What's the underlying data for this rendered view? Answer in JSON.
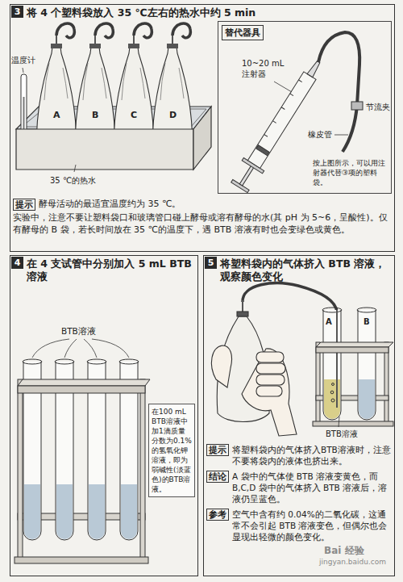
{
  "diagram": {
    "nodes": [
      {
        "text": [
          "将 4 个塑料袋放入 35 ℃左右的热水中约 5 min"
        ]
      },
      {
        "text": [
          "3"
        ],
        "in": 0
      },
      {
        "text": [
          "替代器具",
          "按上图所示，可以用注射器代替③项的塑料袋。"
        ],
        "in": 0
      },
      {
        "text": [
          "提示"
        ],
        "in": 0
      },
      {
        "text": [
          "在 4 支试管中分别加入 5 mL BTB 溶液"
        ]
      },
      {
        "text": [
          "4"
        ],
        "in": 4
      },
      {
        "text": [
          "在100 mL BTB溶液中加1滴质量分数为0.1%的氢氧化钾溶液，即为弱碱性(淡蓝色)的BTB溶液。"
        ],
        "in": 4
      },
      {
        "text": [
          "将塑料袋内的气体挤入 BTB 溶液，观察颜色变化"
        ]
      },
      {
        "text": [
          "5"
        ],
        "in": 7
      },
      {
        "text": [
          "提示"
        ],
        "in": 7
      },
      {
        "text": [
          "结论"
        ],
        "in": 7
      },
      {
        "text": [
          "参考"
        ],
        "in": 7
      }
    ],
    "labels": [
      "温度计",
      "A",
      "B",
      "C",
      "D",
      "35 ℃的热水",
      "10~20 mL 注射器",
      "节流夹",
      "橡皮管",
      "酵母活动的最适宜温度约为 35 ℃。",
      "实验中，注意不要让塑料袋口和玻璃管口碰上酵母或溶有酵母的水(其 pH 为 5~6，呈酸性)。仅有酵母的 B 袋，若长时间放在 35 ℃的温度下，遇 BTB 溶液有时也会变绿色或黄色。",
      "BTB溶液",
      "A",
      "B",
      "BTB溶液",
      "将塑料袋内的气体挤入BTB溶液时，注意不要将袋内的液体也挤出来。",
      "A 袋中的气体使 BTB 溶液变黄色，而 B,C,D 袋中的气体挤入 BTB 溶液后，溶液仍呈蓝色。",
      "空气中含有约 0.04%的二氧化碳，这通常不会引起 BTB 溶液变色，但偶尔也会显现出轻微的颜色变化。",
      "Bai 经验",
      "jingyan.baidu.com"
    ]
  }
}
